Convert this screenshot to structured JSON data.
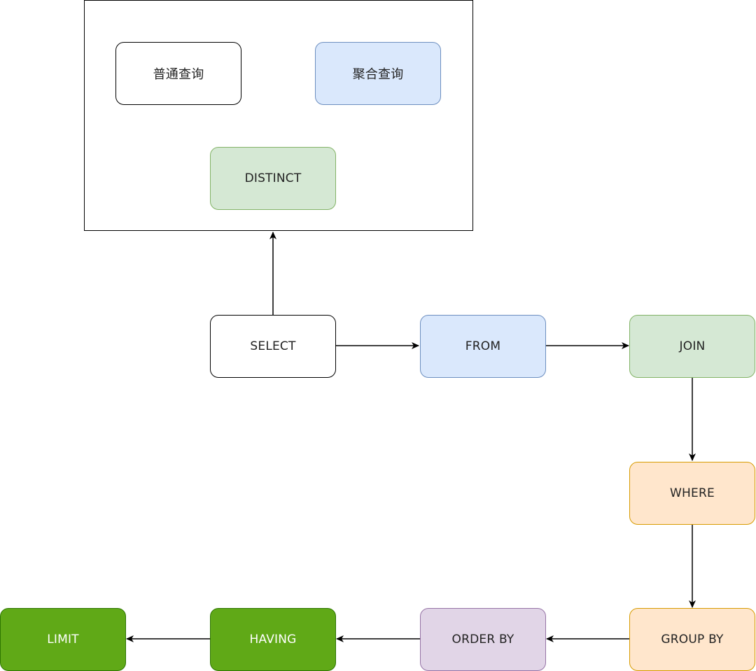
{
  "diagram": {
    "group_nodes": [
      {
        "id": "normal-query",
        "label": "普通查询",
        "style": "white"
      },
      {
        "id": "aggregate-query",
        "label": "聚合查询",
        "style": "blue"
      },
      {
        "id": "distinct",
        "label": "DISTINCT",
        "style": "green"
      }
    ],
    "flow_nodes": [
      {
        "id": "select",
        "label": "SELECT",
        "style": "white"
      },
      {
        "id": "from",
        "label": "FROM",
        "style": "blue"
      },
      {
        "id": "join",
        "label": "JOIN",
        "style": "green"
      },
      {
        "id": "where",
        "label": "WHERE",
        "style": "orange"
      },
      {
        "id": "group-by",
        "label": "GROUP BY",
        "style": "orange"
      },
      {
        "id": "order-by",
        "label": "ORDER BY",
        "style": "purple"
      },
      {
        "id": "having",
        "label": "HAVING",
        "style": "dgreen"
      },
      {
        "id": "limit",
        "label": "LIMIT",
        "style": "dgreen"
      }
    ],
    "edges": [
      {
        "from": "select",
        "to": "select-options-group"
      },
      {
        "from": "select",
        "to": "from"
      },
      {
        "from": "from",
        "to": "join"
      },
      {
        "from": "join",
        "to": "where"
      },
      {
        "from": "where",
        "to": "group-by"
      },
      {
        "from": "group-by",
        "to": "order-by"
      },
      {
        "from": "order-by",
        "to": "having"
      },
      {
        "from": "having",
        "to": "limit"
      }
    ],
    "colors": {
      "white_fill": "#ffffff",
      "white_stroke": "#000000",
      "blue_fill": "#dae8fc",
      "blue_stroke": "#6c8ebf",
      "green_fill": "#d5e8d4",
      "green_stroke": "#82b366",
      "orange_fill": "#ffe6cc",
      "orange_stroke": "#d79b00",
      "purple_fill": "#e1d5e7",
      "purple_stroke": "#9673a6",
      "dark_green_fill": "#60a917",
      "dark_green_stroke": "#2d7600",
      "edge": "#000000"
    }
  }
}
